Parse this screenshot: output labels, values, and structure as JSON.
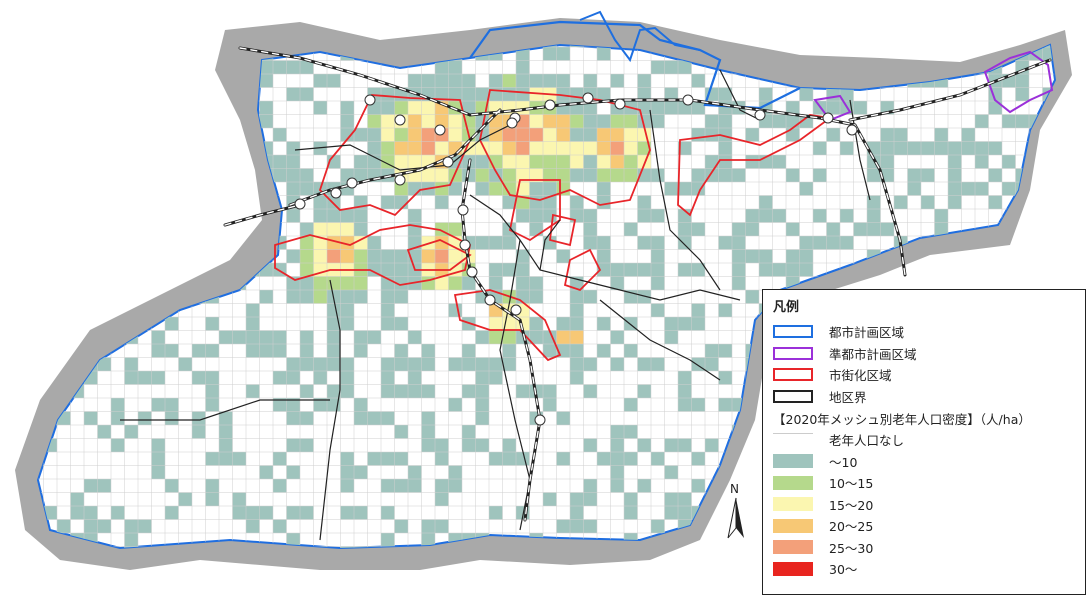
{
  "legend": {
    "title": "凡例",
    "boundaries": [
      {
        "label": "都市計画区域",
        "color": "#1e6fe0"
      },
      {
        "label": "準都市計画区域",
        "color": "#9b30d9"
      },
      {
        "label": "市街化区域",
        "color": "#e8252a"
      },
      {
        "label": "地区界",
        "color": "#222222"
      }
    ],
    "density_heading": "【2020年メッシュ別老年人口密度】（人/ha）",
    "classes": [
      {
        "label": "老年人口なし",
        "color": "#ffffff"
      },
      {
        "label": "～10",
        "color": "#9fc4bd"
      },
      {
        "label": "10～15",
        "color": "#b5d98c"
      },
      {
        "label": "15～20",
        "color": "#fbf6b0"
      },
      {
        "label": "20～25",
        "color": "#f7c875"
      },
      {
        "label": "25～30",
        "color": "#f3a07a"
      },
      {
        "label": "30～",
        "color": "#e8251f"
      }
    ]
  },
  "north_arrow": {
    "label": "N"
  },
  "icons": {
    "station": "station-icon",
    "north": "north-arrow-icon"
  }
}
